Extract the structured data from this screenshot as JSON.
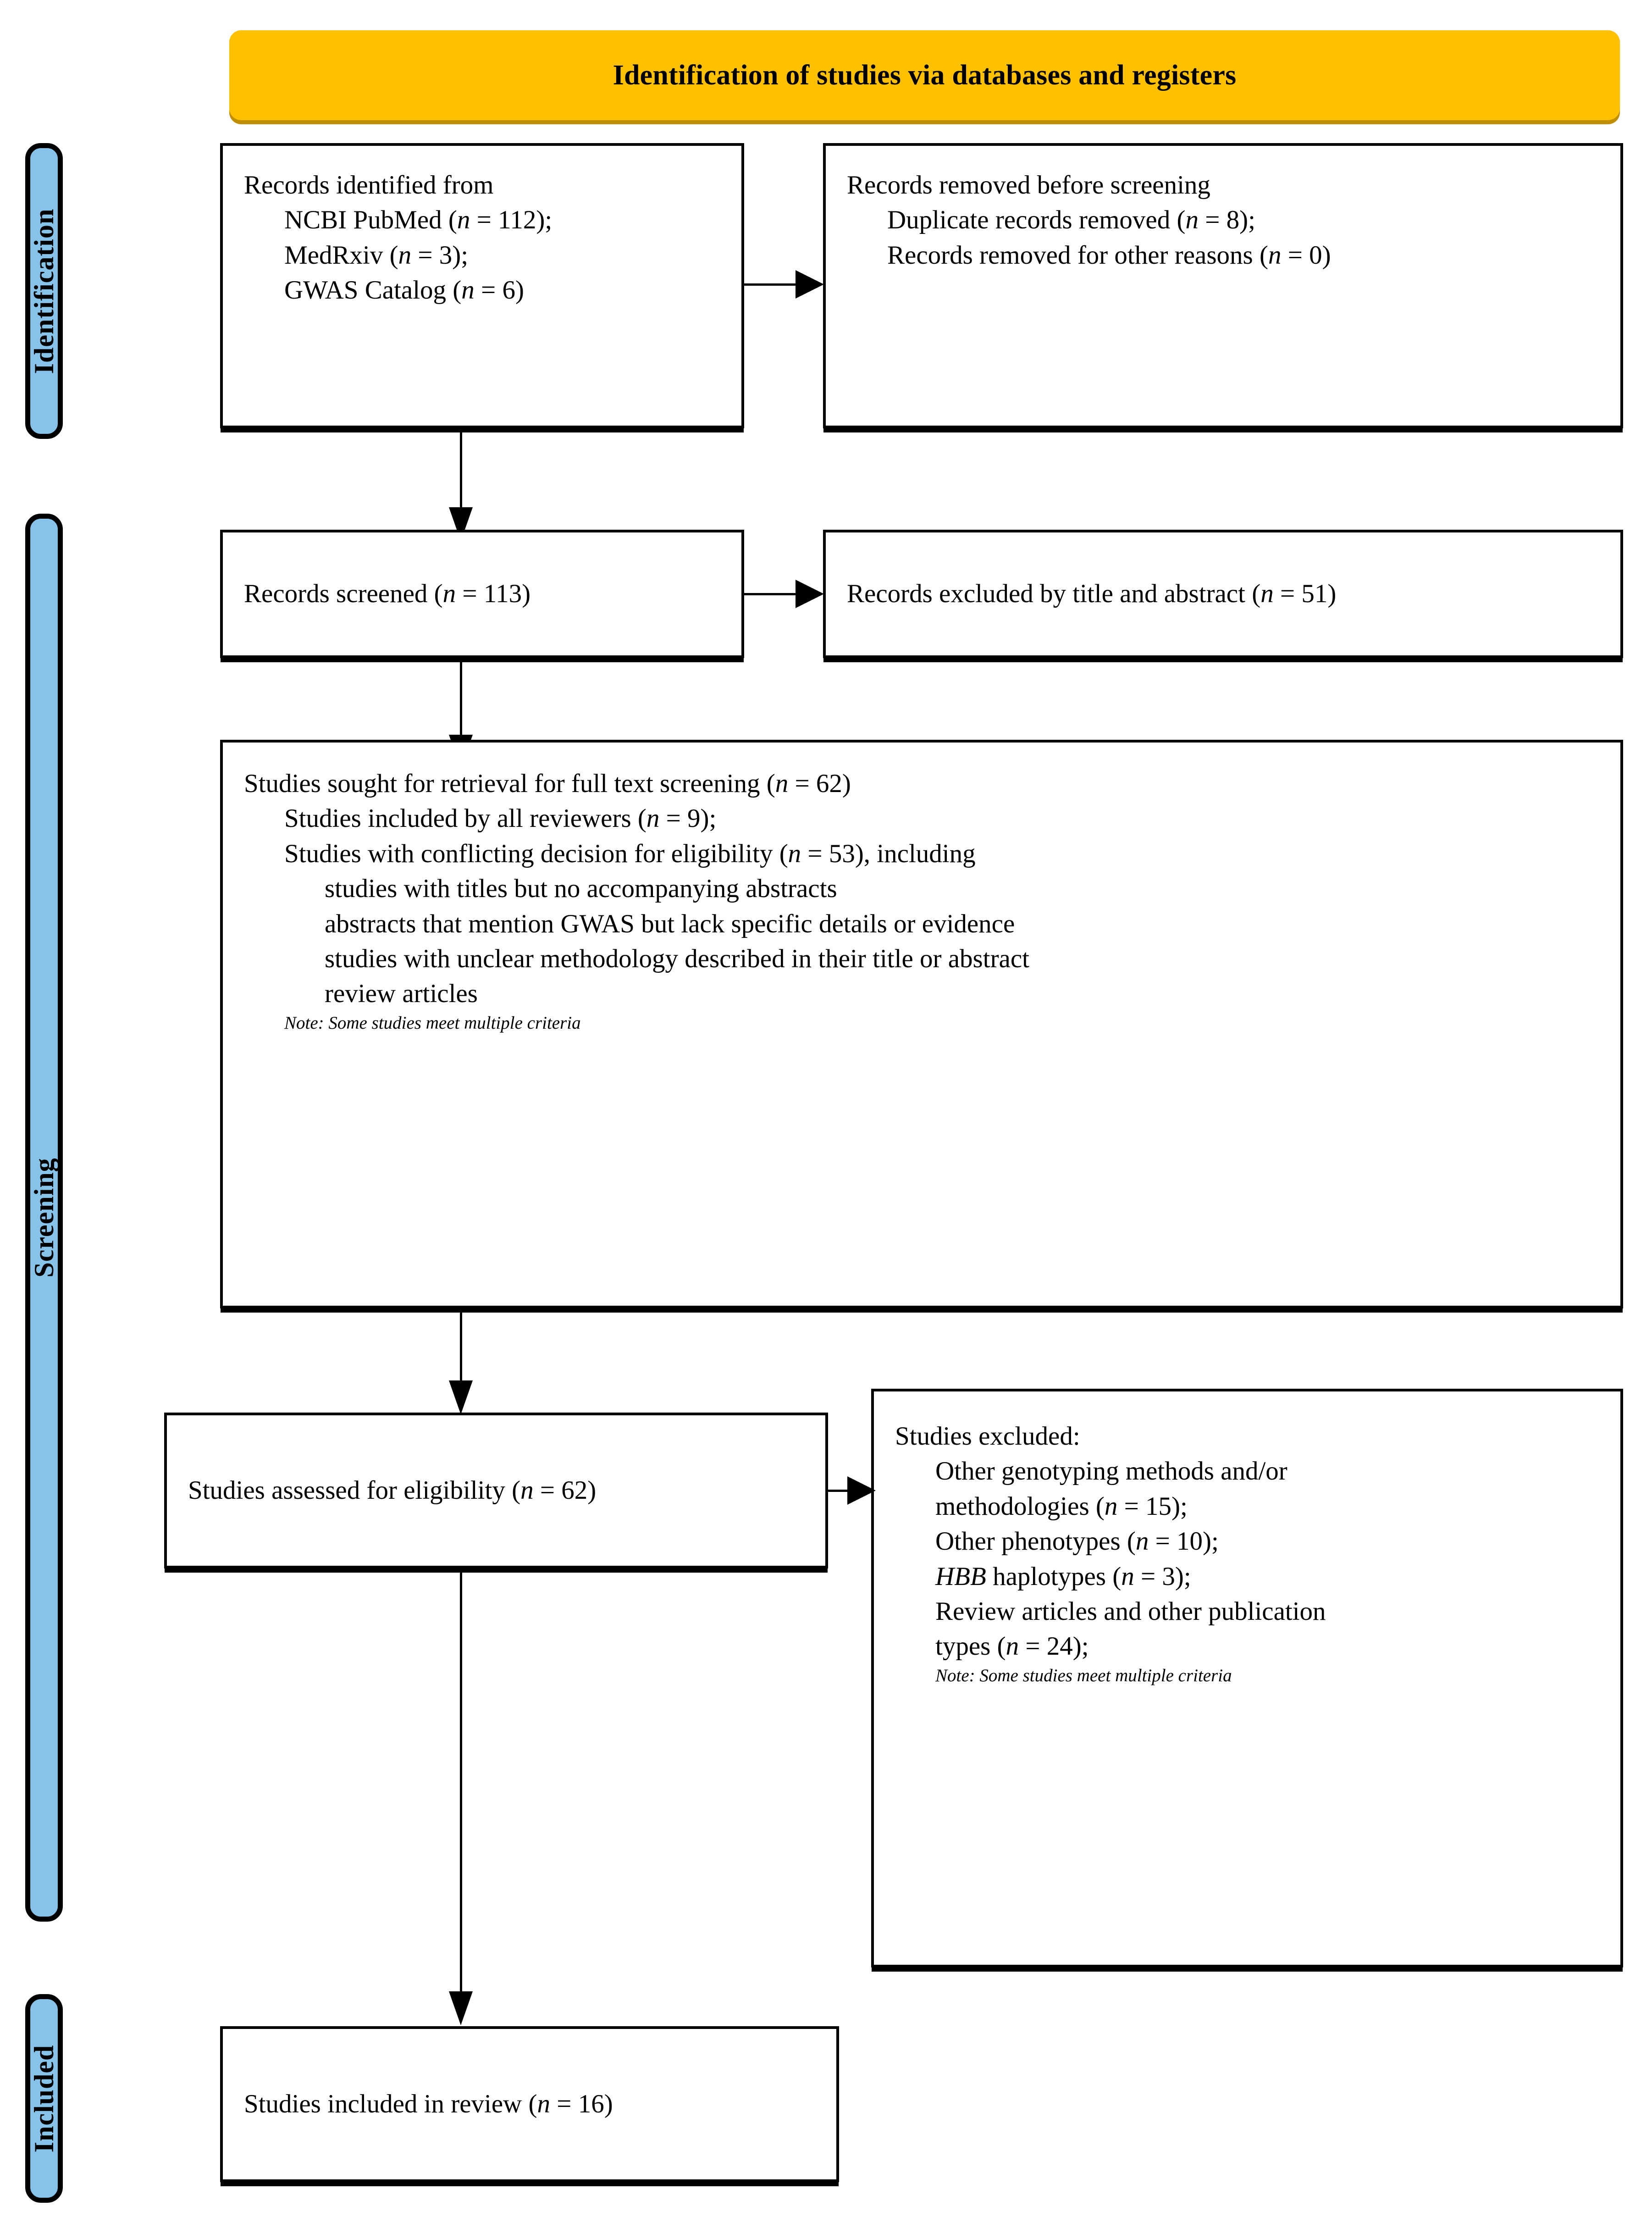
{
  "banner": {
    "title": "Identification of studies via databases and registers"
  },
  "phases": [
    {
      "key": "identification",
      "label": "Identification"
    },
    {
      "key": "screening",
      "label": "Screening"
    },
    {
      "key": "included",
      "label": "Included"
    }
  ],
  "boxes": {
    "records_identified": {
      "heading": "Records identified from",
      "items": [
        {
          "text": "NCBI PubMed (",
          "n_label": "n",
          "eq": " = ",
          "n_value": "112",
          "tail": ");"
        },
        {
          "text": "MedRxiv (",
          "n_label": "n",
          "eq": " = ",
          "n_value": "3",
          "tail": ");"
        },
        {
          "text": "GWAS Catalog (",
          "n_label": "n",
          "eq": " = ",
          "n_value": "6",
          "tail": ")"
        }
      ]
    },
    "records_removed": {
      "heading": "Records removed before screening",
      "items": [
        {
          "text": "Duplicate records removed (",
          "n_label": "n",
          "eq": " = ",
          "n_value": "8",
          "tail": ");"
        },
        {
          "text": "Records removed for other reasons (",
          "n_label": "n",
          "eq": " = ",
          "n_value": "0",
          "tail": ")"
        }
      ]
    },
    "records_screened": {
      "text": "Records screened (",
      "n_label": "n",
      "eq": " = ",
      "n_value": "113",
      "tail": ")"
    },
    "records_excluded": {
      "text": "Records excluded by title and abstract (",
      "n_label": "n",
      "eq": " = ",
      "n_value": "51",
      "tail": ")"
    },
    "studies_sought": {
      "heading_pre": "Studies sought for retrieval for full text screening (",
      "heading_n": "n",
      "heading_eq": " = ",
      "heading_val": "62",
      "heading_tail": ")",
      "item1_pre": "Studies included by all reviewers (",
      "item1_n": "n",
      "item1_eq": " = ",
      "item1_val": "9",
      "item1_tail": ");",
      "item2_pre": "Studies with conflicting decision for eligibility (",
      "item2_n": "n",
      "item2_eq": " = ",
      "item2_val": "53",
      "item2_tail": "), including",
      "sub_items": [
        "studies with titles but no accompanying abstracts",
        "abstracts that mention GWAS but lack specific details or evidence",
        "studies with unclear methodology described in their title or abstract",
        "review articles"
      ],
      "note": "Note: Some studies meet multiple criteria"
    },
    "studies_assessed": {
      "text": "Studies assessed for eligibility (",
      "n_label": "n",
      "eq": " = ",
      "n_value": "62",
      "tail": ")"
    },
    "studies_excluded": {
      "heading": "Studies excluded:",
      "item1_pre": "Other genotyping methods and/or",
      "item1_cont_pre": "methodologies (",
      "item1_n": "n",
      "item1_eq": " = ",
      "item1_val": "15",
      "item1_tail": ");",
      "item2_pre": "Other phenotypes (",
      "item2_n": "n",
      "item2_eq": " = ",
      "item2_val": "10",
      "item2_tail": ");",
      "item3_gene": "HBB",
      "item3_pre": " haplotypes (",
      "item3_n": "n",
      "item3_eq": " = ",
      "item3_val": "3",
      "item3_tail": ");",
      "item4_pre": "Review articles and other publication",
      "item4_cont_pre": "types (",
      "item4_n": "n",
      "item4_eq": " = ",
      "item4_val": "24",
      "item4_tail": ");",
      "note": "Note: Some studies meet multiple criteria"
    },
    "studies_included": {
      "text": "Studies included in review (",
      "n_label": "n",
      "eq": " = ",
      "n_value": "16",
      "tail": ")"
    }
  },
  "colors": {
    "phase_fill": "#87C3E8",
    "banner_fill": "#FFC000",
    "banner_shadow": "#C08E02",
    "stroke": "#000000",
    "box_fill": "#FFFFFF"
  }
}
